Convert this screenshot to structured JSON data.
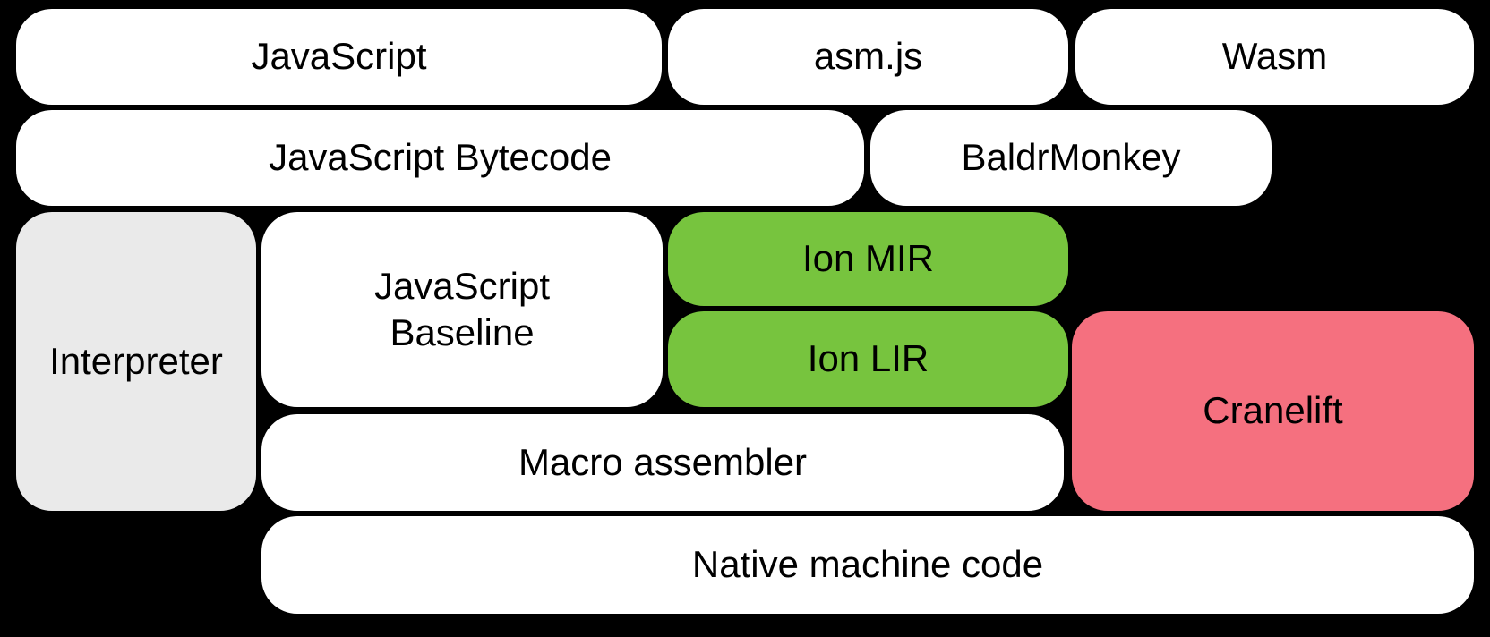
{
  "diagram": {
    "title": "compiler-pipeline",
    "background": "#000000",
    "colors": {
      "box_white": "#ffffff",
      "box_gray": "#eaeaea",
      "box_green": "#77c43e",
      "box_pink": "#f5707f",
      "text": "#000000"
    },
    "nodes": {
      "javascript": {
        "label": "JavaScript",
        "color": "#ffffff"
      },
      "asmjs": {
        "label": "asm.js",
        "color": "#ffffff"
      },
      "wasm": {
        "label": "Wasm",
        "color": "#ffffff"
      },
      "bytecode": {
        "label": "JavaScript Bytecode",
        "color": "#ffffff"
      },
      "baldrmonkey": {
        "label": "BaldrMonkey",
        "color": "#ffffff"
      },
      "interpreter": {
        "label": "Interpreter",
        "color": "#eaeaea"
      },
      "baseline": {
        "label": "JavaScript Baseline",
        "line1": "JavaScript",
        "line2": "Baseline",
        "color": "#ffffff"
      },
      "ion_mir": {
        "label": "Ion MIR",
        "color": "#77c43e"
      },
      "ion_lir": {
        "label": "Ion LIR",
        "color": "#77c43e"
      },
      "cranelift": {
        "label": "Cranelift",
        "color": "#f5707f"
      },
      "macro_assembler": {
        "label": "Macro assembler",
        "color": "#ffffff"
      },
      "native_machine_code": {
        "label": "Native machine code",
        "color": "#ffffff"
      }
    }
  }
}
